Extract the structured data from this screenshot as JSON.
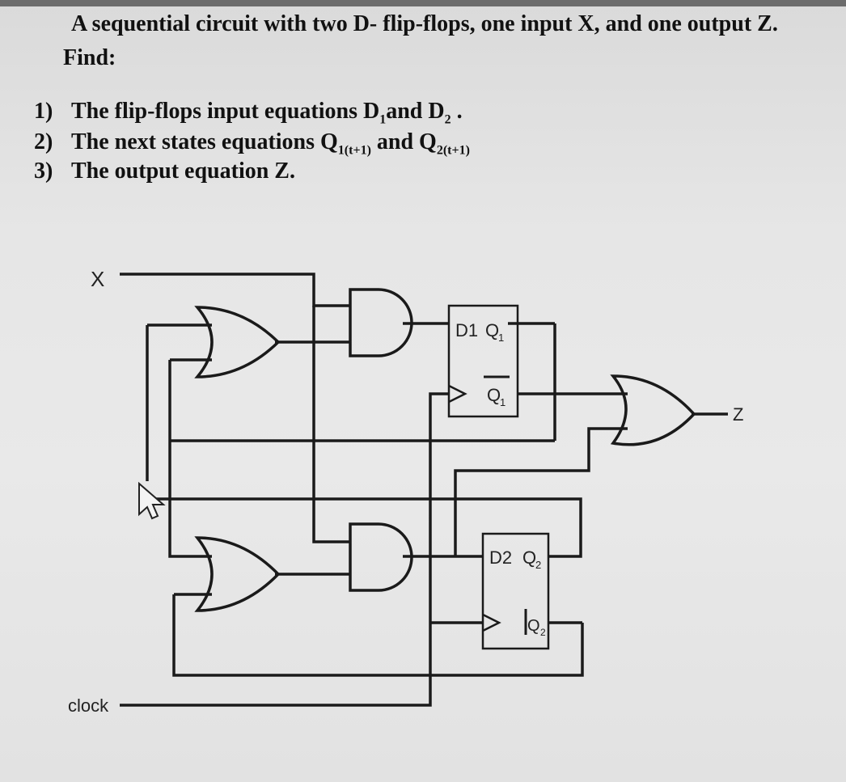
{
  "problem": {
    "title": "A sequential circuit with two D- flip-flops, one input X, and one output Z.",
    "find": "Find:",
    "questions": [
      {
        "num": "1)",
        "text": "The flip-flops input equations D",
        "sub1": "1",
        "mid": "and D",
        "sub2": "2",
        "tail": " ."
      },
      {
        "num": "2)",
        "text": "The next states equations Q",
        "sub1": "1(t+1)",
        "mid": " and Q",
        "sub2": "2(t+1)",
        "tail": ""
      },
      {
        "num": "3)",
        "text": "The output equation Z.",
        "sub1": "",
        "mid": "",
        "sub2": "",
        "tail": ""
      }
    ]
  },
  "circuit": {
    "input_label": "X",
    "clock_label": "clock",
    "output_label": "Z",
    "ff1": {
      "d_label": "D1",
      "q_label": "Q",
      "q_sub": "1",
      "qbar_label": "Q",
      "qbar_sub": "1"
    },
    "ff2": {
      "d_label": "D2",
      "q_label": "Q",
      "q_sub": "2",
      "qbar_label": "Q",
      "qbar_sub": "2"
    }
  }
}
